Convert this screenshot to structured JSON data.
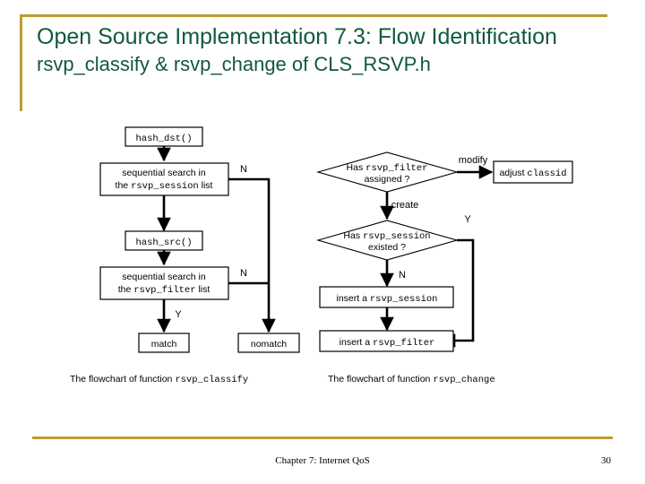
{
  "slide": {
    "title": "Open Source Implementation 7.3: Flow Identification",
    "subtitle": "rsvp_classify & rsvp_change of CLS_RSVP.h",
    "title_color": "#12593c",
    "accent_color": "#bf9b30"
  },
  "flowchart_left": {
    "caption_prefix": "The flowchart of function ",
    "caption_code": "rsvp_classify",
    "nodes": {
      "hash_dst": "hash_dst()",
      "search_session_line1": "sequential search in",
      "search_session_line2_prefix": "the ",
      "search_session_line2_code": "rsvp_session",
      "search_session_line2_suffix": " list",
      "hash_src": "hash_src()",
      "search_filter_line1": "sequential search in",
      "search_filter_line2_prefix": "the ",
      "search_filter_line2_code": "rsvp_filter",
      "search_filter_line2_suffix": " list",
      "match": "match",
      "nomatch": "nomatch"
    },
    "edge_labels": {
      "session_no": "N",
      "filter_no": "N",
      "filter_yes": "Y"
    }
  },
  "flowchart_right": {
    "caption_prefix": "The flowchart of function ",
    "caption_code": "rsvp_change",
    "nodes": {
      "diamond_filter_line1_prefix": "Has ",
      "diamond_filter_line1_code": "rsvp_filter",
      "diamond_filter_line2": "assigned ?",
      "diamond_session_line1_prefix": "Has ",
      "diamond_session_line1_code": "rsvp_session",
      "diamond_session_line2": "existed ?",
      "adjust_classid_prefix": "adjust ",
      "adjust_classid_code": "classid",
      "insert_session_prefix": "insert a ",
      "insert_session_code": "rsvp_session",
      "insert_filter_prefix": "insert a ",
      "insert_filter_code": "rsvp_filter"
    },
    "edge_labels": {
      "modify": "modify",
      "create": "create",
      "session_yes": "Y",
      "session_no": "N"
    }
  },
  "footer": {
    "center": "Chapter 7: Internet QoS",
    "page_number": "30"
  }
}
